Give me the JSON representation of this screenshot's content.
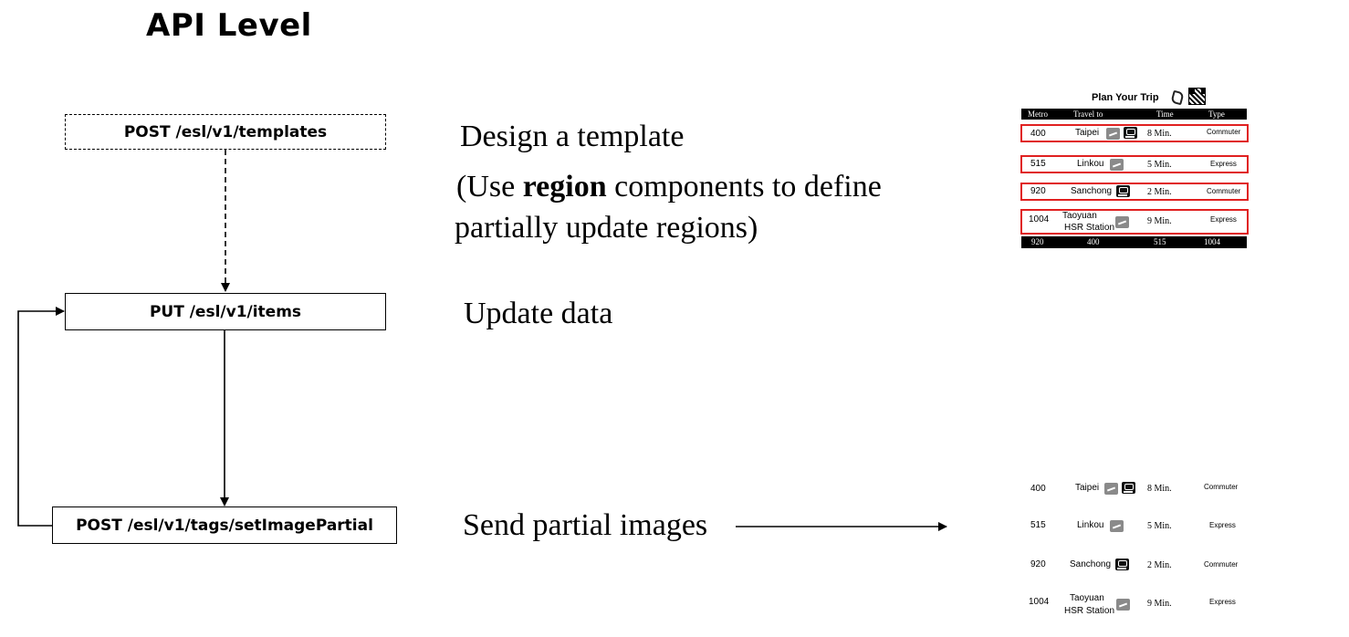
{
  "diagram": {
    "title": "API Level",
    "steps": [
      {
        "api": "POST /esl/v1/templates",
        "description": "Design a template"
      },
      {
        "api": "PUT /esl/v1/items",
        "description": "Update data"
      },
      {
        "api": "POST /esl/v1/tags/setImagePartial",
        "description": "Send partial images"
      }
    ],
    "note": {
      "prefix": "(Use ",
      "bold": "region",
      "suffix": " components to define",
      "line2": "partially update regions)"
    }
  },
  "board": {
    "title": "Plan Your Trip",
    "icons": [
      "phone-icon",
      "qr-code-icon"
    ],
    "headers": [
      "Metro",
      "Travel to",
      "Time",
      "Type"
    ],
    "rows": [
      {
        "metro": "400",
        "dest": "Taipei",
        "dest2": "",
        "time": "8 Min.",
        "type": "Commuter",
        "icons": [
          "hsr",
          "mrt"
        ]
      },
      {
        "metro": "515",
        "dest": "Linkou",
        "dest2": "",
        "time": "5 Min.",
        "type": "Express",
        "icons": [
          "hsr"
        ]
      },
      {
        "metro": "920",
        "dest": "Sanchong",
        "dest2": "",
        "time": "2 Min.",
        "type": "Commuter",
        "icons": [
          "mrt"
        ]
      },
      {
        "metro": "1004",
        "dest": "Taoyuan",
        "dest2": "HSR Station",
        "time": "9 Min.",
        "type": "Express",
        "icons": [
          "hsr"
        ]
      }
    ],
    "footer": [
      "920",
      "400",
      "515",
      "1004"
    ],
    "highlight_color": "#e02020"
  }
}
